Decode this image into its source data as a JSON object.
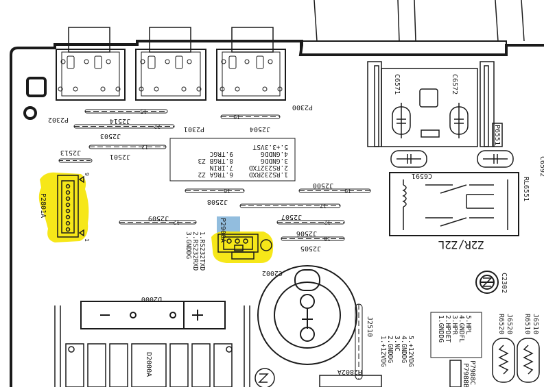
{
  "connectors": {
    "p2302": "P2302",
    "p2301": "P2301",
    "p2300": "P2300",
    "p2801a": "P2801A",
    "p2900a": "P2900A",
    "p2802a": "P2802A",
    "p6551": "P6551"
  },
  "jumpers": {
    "j2514": "J2514",
    "j2504": "J2504",
    "j2503": "J2503",
    "j2501": "J2501",
    "j2513": "J2513",
    "j2508": "J2508",
    "j2500": "J2500",
    "j2509": "J2509",
    "j2507": "J2507",
    "j2506": "J2506",
    "j2505": "J2505",
    "j2510": "J2510",
    "j6520": "J6520",
    "j6510": "J6510"
  },
  "jumper_pitch": {
    "j2514": "15",
    "j2504": "10",
    "j2503": "22",
    "j2501": "12",
    "j2508": "10",
    "j2500": "10",
    "j2509": "12",
    "j2507": "17",
    "j2506": "12",
    "j2505": "10"
  },
  "components": {
    "c6571": "C6571",
    "c6572": "C6572",
    "c6591": "C6591",
    "c6592": "C6592",
    "rl6551": "RL6551",
    "relay_marking": "Z2R/Z2L",
    "c2002": "C2002",
    "c2302": "C2302",
    "d2000": "D2000",
    "d2000a": "D2000A",
    "r6520": "R6520",
    "r6510": "R6510",
    "p7988c": "P7988C",
    "p7988b": "P7988B"
  },
  "pin_table_main": [
    "5.+3.3VST",
    "4.GNDDG",
    "3.GNDDG",
    "2.RS232TXD",
    "1.RS232RXD"
  ],
  "pin_table_main_right": [
    "9.TRGC",
    "8.TRGB Z3",
    "7.IRIN",
    "6.TRGA Z2"
  ],
  "pin_table_p2900a": [
    "1.RS232TXD",
    "2.RS232RXD",
    "3.GNDDG"
  ],
  "pin_table_p2802a": [
    "5.+12VDG",
    "4.GNDDG",
    "3.NC",
    "2.GNDDG",
    "1.+12VDG"
  ],
  "pin_table_right": [
    "5.HPL",
    "4.GNDFL",
    "3.HPR",
    "2.HPDET",
    "1.GNDDG"
  ],
  "pin_numbers": {
    "p2801a_first": "9",
    "p2801a_last": "1"
  },
  "colors": {
    "highlight": "#f5e400",
    "highlight_blue": "#7fb2d8",
    "ink": "#1a1a1a"
  }
}
